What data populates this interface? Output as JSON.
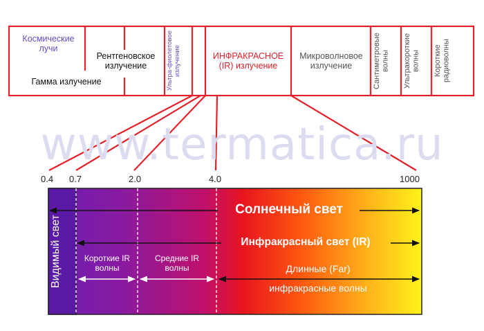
{
  "watermark": "www.termatica.ru",
  "spectrum": {
    "cosmic": "Космические лучи",
    "gamma": "Гамма излучение",
    "xray": "Рентгеновское излучение",
    "uv": "Ультра-фиолетовое излучение",
    "infrared": "ИНФРАКРАСНОЕ (IR) излучение",
    "microwave": "Микроволновое излучение",
    "centimeter": "Сантиметровые волны",
    "ultrashort": "Ультракороткие волны",
    "short_radio": "Короткие радиоволны"
  },
  "scale_ticks": [
    "0.4",
    "0.7",
    "2.0",
    "4.0",
    "1000"
  ],
  "bands": {
    "visible": "Видимый свет",
    "sunlight": "Солнечный свет",
    "ir_light": "Инфракрасный свет (IR)",
    "short_ir": "Короткие IR волны",
    "medium_ir": "Средние IR волны",
    "long_ir_1": "Длинные (Far)",
    "long_ir_2": "инфракрасные волны"
  },
  "colors": {
    "frame": "#e4202a",
    "visible_band": "#5a1aa6",
    "gradient": [
      "#6a1fb3",
      "#b0107a",
      "#e8141e",
      "#ff5a10",
      "#ffb01a",
      "#fff21a"
    ],
    "cosmic_text": "#6a4bc7",
    "ir_text": "#e4202a"
  }
}
